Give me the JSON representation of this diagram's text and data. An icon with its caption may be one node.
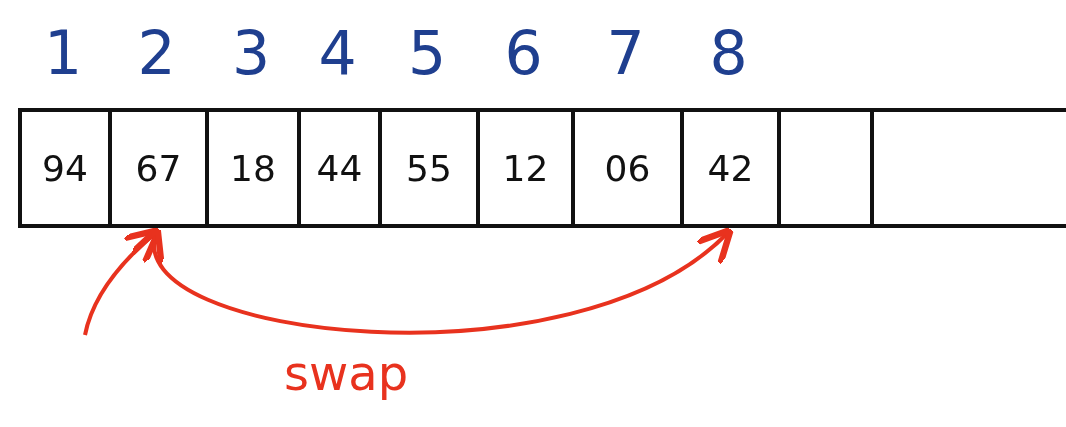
{
  "diagram": {
    "nodes": [
      {
        "text": [
          "94"
        ]
      },
      {
        "text": [
          "67"
        ]
      },
      {
        "text": [
          "18"
        ]
      },
      {
        "text": [
          "44"
        ]
      },
      {
        "text": [
          "55"
        ]
      },
      {
        "text": [
          "12"
        ]
      },
      {
        "text": [
          "06"
        ]
      },
      {
        "text": [
          "42"
        ]
      },
      {
        "text": [],
        "shape": "box"
      },
      {
        "text": [],
        "shape": "box"
      }
    ],
    "edges": [
      {
        "from": null,
        "to": 1,
        "arrow": "to",
        "color": "#e8321e"
      },
      {
        "from": 1,
        "to": 7,
        "arrow": "both",
        "label": "swap",
        "color": "#e8321e"
      }
    ],
    "labels": [
      "1",
      "2",
      "3",
      "4",
      "5",
      "6",
      "7",
      "8"
    ]
  }
}
